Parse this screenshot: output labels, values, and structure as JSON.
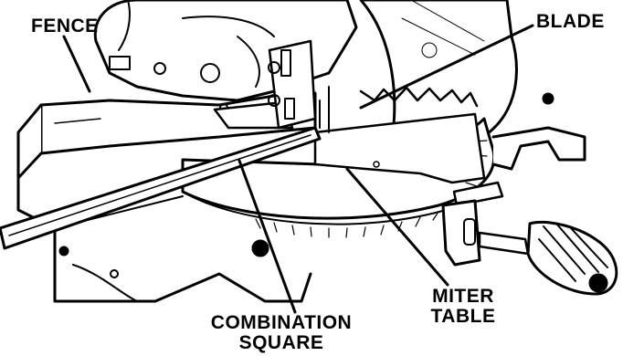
{
  "labels": {
    "fence": "FENCE",
    "blade": "BLADE",
    "miter_table": [
      "MITER",
      "TABLE"
    ],
    "combination_square": [
      "COMBINATION",
      "SQUARE"
    ]
  }
}
